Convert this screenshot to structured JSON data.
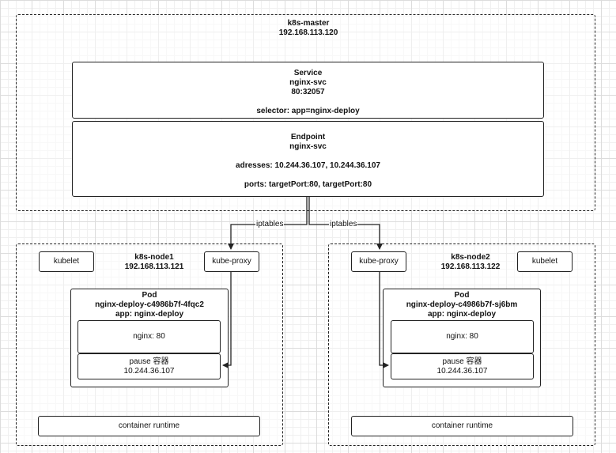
{
  "master": {
    "name": "k8s-master",
    "ip": "192.168.113.120",
    "service": {
      "title": "Service",
      "name": "nginx-svc",
      "port": "80:32057",
      "selector": "selector: app=nginx-deploy"
    },
    "endpoint": {
      "title": "Endpoint",
      "name": "nginx-svc",
      "addresses": "adresses: 10.244.36.107, 10.244.36.107",
      "ports": "ports: targetPort:80, targetPort:80"
    }
  },
  "edges": {
    "left_label": "iptables",
    "right_label": "iptables"
  },
  "node1": {
    "name": "k8s-node1",
    "ip": "192.168.113.121",
    "kubelet": "kubelet",
    "kube_proxy": "kube-proxy",
    "pod": {
      "title": "Pod",
      "name": "nginx-deploy-c4986b7f-4fqc2",
      "app": "app: nginx-deploy",
      "nginx": "nginx: 80",
      "pause": "pause 容器",
      "pause_ip": "10.244.36.107"
    },
    "runtime": "container runtime"
  },
  "node2": {
    "name": "k8s-node2",
    "ip": "192.168.113.122",
    "kubelet": "kubelet",
    "kube_proxy": "kube-proxy",
    "pod": {
      "title": "Pod",
      "name": "nginx-deploy-c4986b7f-sj6bm",
      "app": "app: nginx-deploy",
      "nginx": "nginx: 80",
      "pause": "pause 容器",
      "pause_ip": "10.244.36.107"
    },
    "runtime": "container runtime"
  }
}
